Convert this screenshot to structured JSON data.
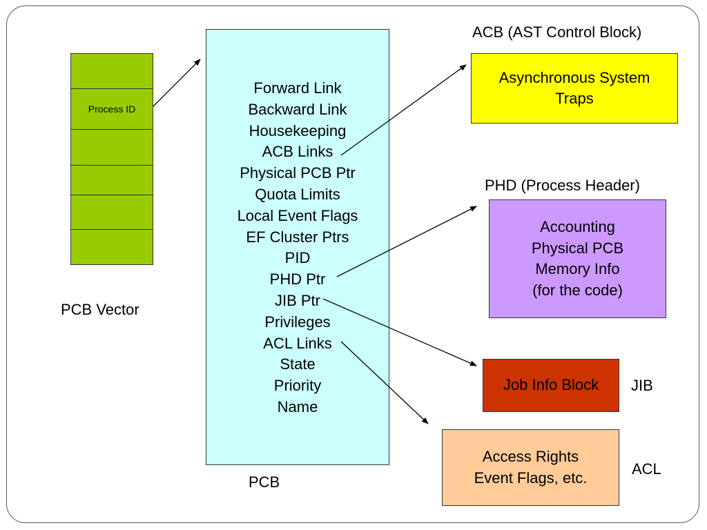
{
  "pcb_vector": {
    "caption": "PCB Vector",
    "cells": [
      "",
      "Process ID",
      "",
      "",
      "",
      ""
    ],
    "fill_color": "#99cc00"
  },
  "pcb": {
    "caption": "PCB",
    "fill_color": "#ccffff",
    "fields": [
      "Forward Link",
      "Backward Link",
      "Housekeeping",
      "ACB Links",
      "Physical PCB Ptr",
      "Quota Limits",
      "Local Event Flags",
      "EF Cluster Ptrs",
      "PID",
      "PHD Ptr",
      "JIB Ptr",
      "Privileges",
      "ACL Links",
      "State",
      "Priority",
      "Name"
    ]
  },
  "acb": {
    "caption": "ACB (AST Control Block)",
    "lines": [
      "Asynchronous System",
      "Traps"
    ],
    "fill_color": "#ffff00"
  },
  "phd": {
    "caption": "PHD (Process Header)",
    "lines": [
      "Accounting",
      "Physical PCB",
      "Memory Info",
      "(for the code)"
    ],
    "fill_color": "#cc99ff"
  },
  "jib": {
    "caption": "JIB",
    "lines": [
      "Job Info Block"
    ],
    "fill_color": "#cc3300"
  },
  "acl": {
    "caption": "ACL",
    "lines": [
      "Access Rights",
      "Event Flags, etc."
    ],
    "fill_color": "#ffcc99"
  }
}
